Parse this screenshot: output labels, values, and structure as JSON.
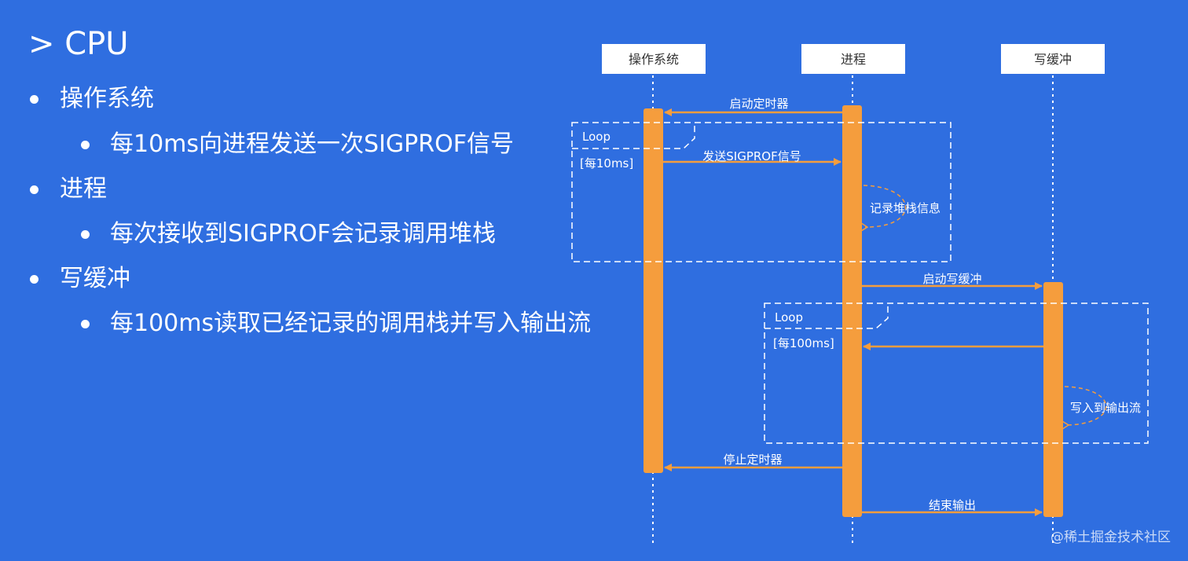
{
  "slide": {
    "title": "> CPU",
    "bullets": [
      {
        "level": 1,
        "text": "操作系统"
      },
      {
        "level": 2,
        "text": "每10ms向进程发送一次SIGPROF信号"
      },
      {
        "level": 1,
        "text": "进程"
      },
      {
        "level": 2,
        "text": "每次接收到SIGPROF会记录调用堆栈"
      },
      {
        "level": 1,
        "text": "写缓冲"
      },
      {
        "level": 2,
        "text": "每100ms读取已经记录的调用栈并写入输出流"
      }
    ]
  },
  "diagram": {
    "participants": [
      "操作系统",
      "进程",
      "写缓冲"
    ],
    "loops": [
      {
        "label": "Loop",
        "condition": "[每10ms]"
      },
      {
        "label": "Loop",
        "condition": "[每100ms]"
      }
    ],
    "messages": [
      {
        "label": "启动定时器",
        "from": "进程",
        "to": "操作系统"
      },
      {
        "label": "发送SIGPROF信号",
        "from": "操作系统",
        "to": "进程"
      },
      {
        "label": "记录堆栈信息",
        "from": "进程",
        "to": "进程"
      },
      {
        "label": "启动写缓冲",
        "from": "进程",
        "to": "写缓冲"
      },
      {
        "label": "",
        "from": "写缓冲",
        "to": "进程"
      },
      {
        "label": "写入到输出流",
        "from": "写缓冲",
        "to": "写缓冲"
      },
      {
        "label": "停止定时器",
        "from": "进程",
        "to": "操作系统"
      },
      {
        "label": "结束输出",
        "from": "进程",
        "to": "写缓冲"
      }
    ],
    "colors": {
      "background": "#2f6ee0",
      "activation": "#f59d3d",
      "arrow": "#f59d3d",
      "frame": "#ffffff",
      "header_fill": "#ffffff",
      "header_text": "#333333"
    }
  },
  "watermark": "@稀土掘金技术社区"
}
